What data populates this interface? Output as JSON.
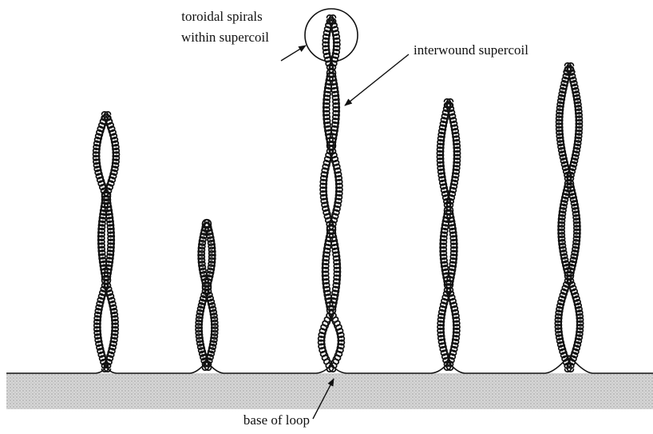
{
  "labels": {
    "toroidal_line1": "toroidal spirals",
    "toroidal_line2": "within supercoil",
    "interwound": "interwound supercoil",
    "base": "base of loop"
  },
  "colors": {
    "ink": "#111111",
    "surface_fill": "#d4d4d4",
    "background": "#ffffff"
  }
}
